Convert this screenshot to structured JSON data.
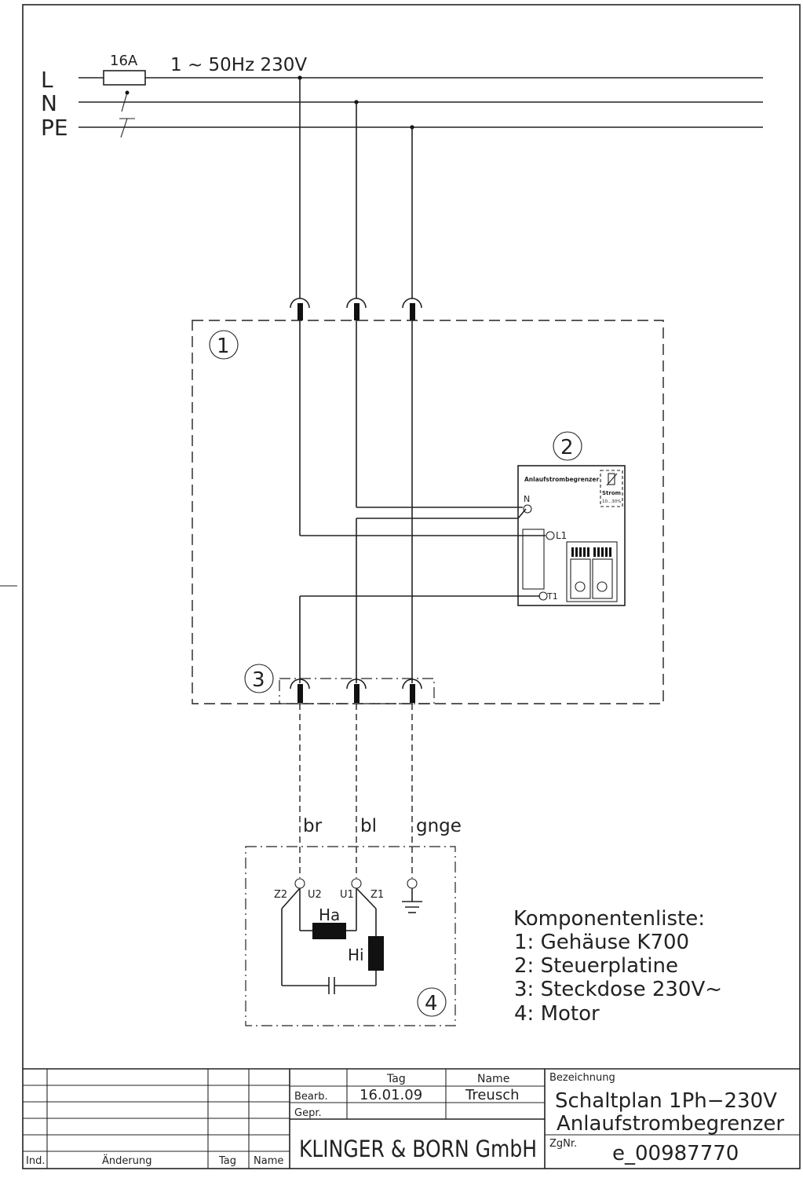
{
  "lines": {
    "l": "L",
    "n": "N",
    "pe": "PE"
  },
  "fuse": "16A",
  "supply": "1 ~ 50Hz  230V",
  "markers": {
    "m1": "1",
    "m2": "2",
    "m3": "3",
    "m4": "4"
  },
  "board": {
    "title": "Anlaufstrombegrenzer",
    "strom": "Strom",
    "range": "10...30%",
    "n": "N",
    "l1": "L1",
    "t1": "T1"
  },
  "wires": {
    "br": "br",
    "bl": "bl",
    "gnge": "gnge"
  },
  "motor": {
    "z2": "Z2",
    "u2": "U2",
    "u1": "U1",
    "z1": "Z1",
    "ha": "Ha",
    "hi": "Hi"
  },
  "components": {
    "title": "Komponentenliste:",
    "items": [
      "1:  Gehäuse  K700",
      "2:  Steuerplatine",
      "3:  Steckdose  230V~",
      "4:  Motor"
    ]
  },
  "title_block": {
    "tag_header": "Tag",
    "name_header": "Name",
    "bearb_label": "Bearb.",
    "bearb_date": "16.01.09",
    "bearb_name": "Treusch",
    "gepr_label": "Gepr.",
    "company": "KLINGER  &  BORN  GmbH",
    "bezeichnung_label": "Bezeichnung",
    "title_line1": "Schaltplan  1Ph−230V",
    "title_line2": "Anlaufstrombegrenzer",
    "zgnr_label": "ZgNr.",
    "zgnr": "e_00987770",
    "rev_ind": "Ind.",
    "rev_aenderung": "Änderung",
    "rev_tag": "Tag",
    "rev_name": "Name"
  }
}
